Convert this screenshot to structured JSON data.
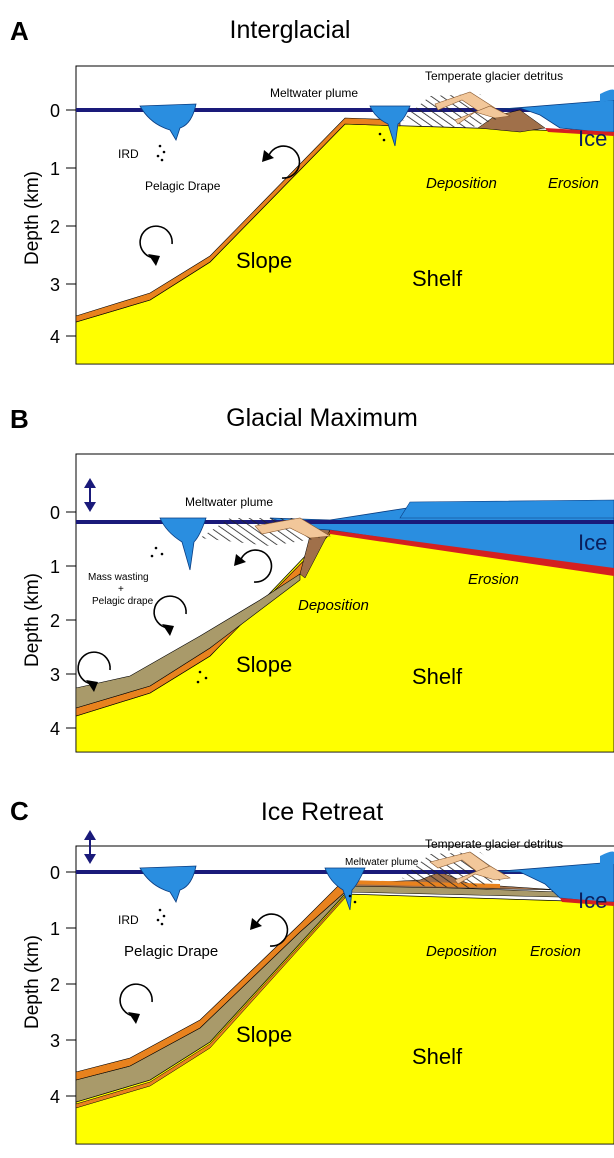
{
  "axis": {
    "ylabel": "Depth (km)",
    "ticks": [
      "0",
      "1",
      "2",
      "3",
      "4"
    ]
  },
  "panels": [
    {
      "letter": "A",
      "title": "Interglacial",
      "labels": {
        "temperate": "Temperate glacier detritus",
        "meltwater": "Meltwater plume",
        "ird": "IRD",
        "pelagic": "Pelagic Drape",
        "ice": "Ice",
        "deposition": "Deposition",
        "erosion": "Erosion",
        "slope": "Slope",
        "shelf": "Shelf"
      }
    },
    {
      "letter": "B",
      "title": "Glacial Maximum",
      "labels": {
        "meltwater": "Meltwater plume",
        "mass_wasting": "Mass wasting",
        "plus": "+",
        "pelagic_drape": "Pelagic drape",
        "ice": "Ice",
        "deposition": "Deposition",
        "erosion": "Erosion",
        "slope": "Slope",
        "shelf": "Shelf"
      }
    },
    {
      "letter": "C",
      "title": "Ice Retreat",
      "labels": {
        "temperate": "Temperate glacier detritus",
        "meltwater": "Meltwater plume",
        "ird": "IRD",
        "pelagic": "Pelagic Drape",
        "ice": "Ice",
        "deposition": "Deposition",
        "erosion": "Erosion",
        "slope": "Slope",
        "shelf": "Shelf"
      }
    }
  ],
  "colors": {
    "shelf": "#ffff00",
    "drape": "#e8821e",
    "mass_wasting": "#a99a6a",
    "ice": "#2a8ee0",
    "ice_dark": "#1b6fc4",
    "sea_line": "#1a1a7a",
    "erosion": "#d42020",
    "detritus": "#f2c79a",
    "brown": "#a0704a"
  }
}
